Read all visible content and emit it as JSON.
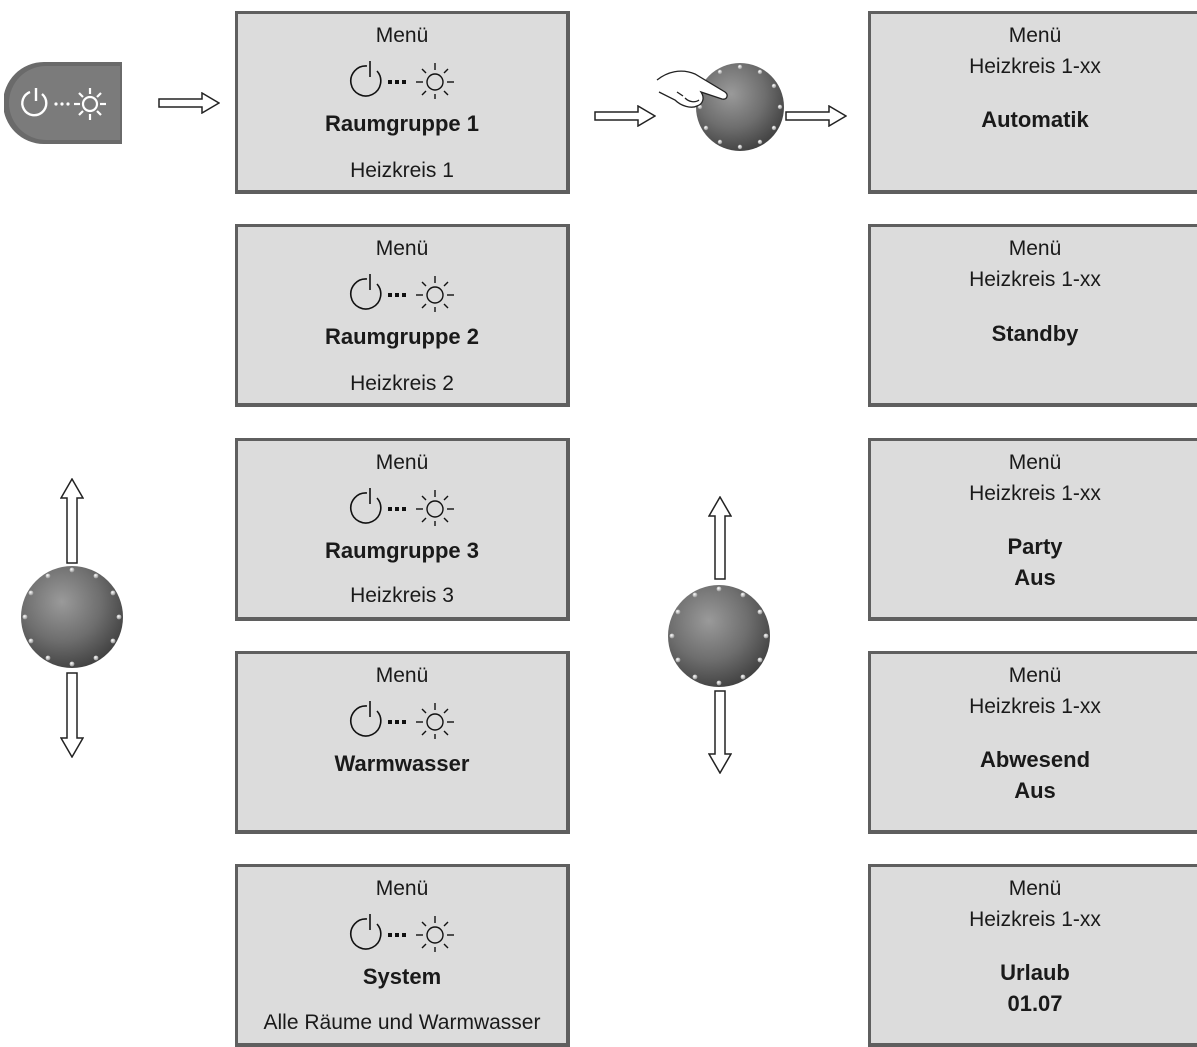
{
  "power_button": {
    "icon": "standby-sun-icon"
  },
  "left_menu": [
    {
      "title": "Menü",
      "icon": "standby-sun-icon",
      "name": "Raumgruppe 1",
      "sub": "Heizkreis 1"
    },
    {
      "title": "Menü",
      "icon": "standby-sun-icon",
      "name": "Raumgruppe 2",
      "sub": "Heizkreis 2"
    },
    {
      "title": "Menü",
      "icon": "standby-sun-icon",
      "name": "Raumgruppe 3",
      "sub": "Heizkreis 3"
    },
    {
      "title": "Menü",
      "icon": "standby-sun-icon",
      "name": "Warmwasser",
      "sub": ""
    },
    {
      "title": "Menü",
      "icon": "standby-sun-icon",
      "name": "System",
      "sub": "Alle Räume und Warmwasser"
    }
  ],
  "right_menu": [
    {
      "title": "Menü",
      "circuit": "Heizkreis 1-xx",
      "mode": "Automatik",
      "value": ""
    },
    {
      "title": "Menü",
      "circuit": "Heizkreis 1-xx",
      "mode": "Standby",
      "value": ""
    },
    {
      "title": "Menü",
      "circuit": "Heizkreis 1-xx",
      "mode": "Party",
      "value": "Aus"
    },
    {
      "title": "Menü",
      "circuit": "Heizkreis 1-xx",
      "mode": "Abwesend",
      "value": "Aus"
    },
    {
      "title": "Menü",
      "circuit": "Heizkreis 1-xx",
      "mode": "Urlaub",
      "value": "01.07"
    }
  ],
  "icons": [
    "rotary-knob-icon",
    "hand-press-icon",
    "arrow-right-icon",
    "arrow-up-icon",
    "arrow-down-icon"
  ]
}
